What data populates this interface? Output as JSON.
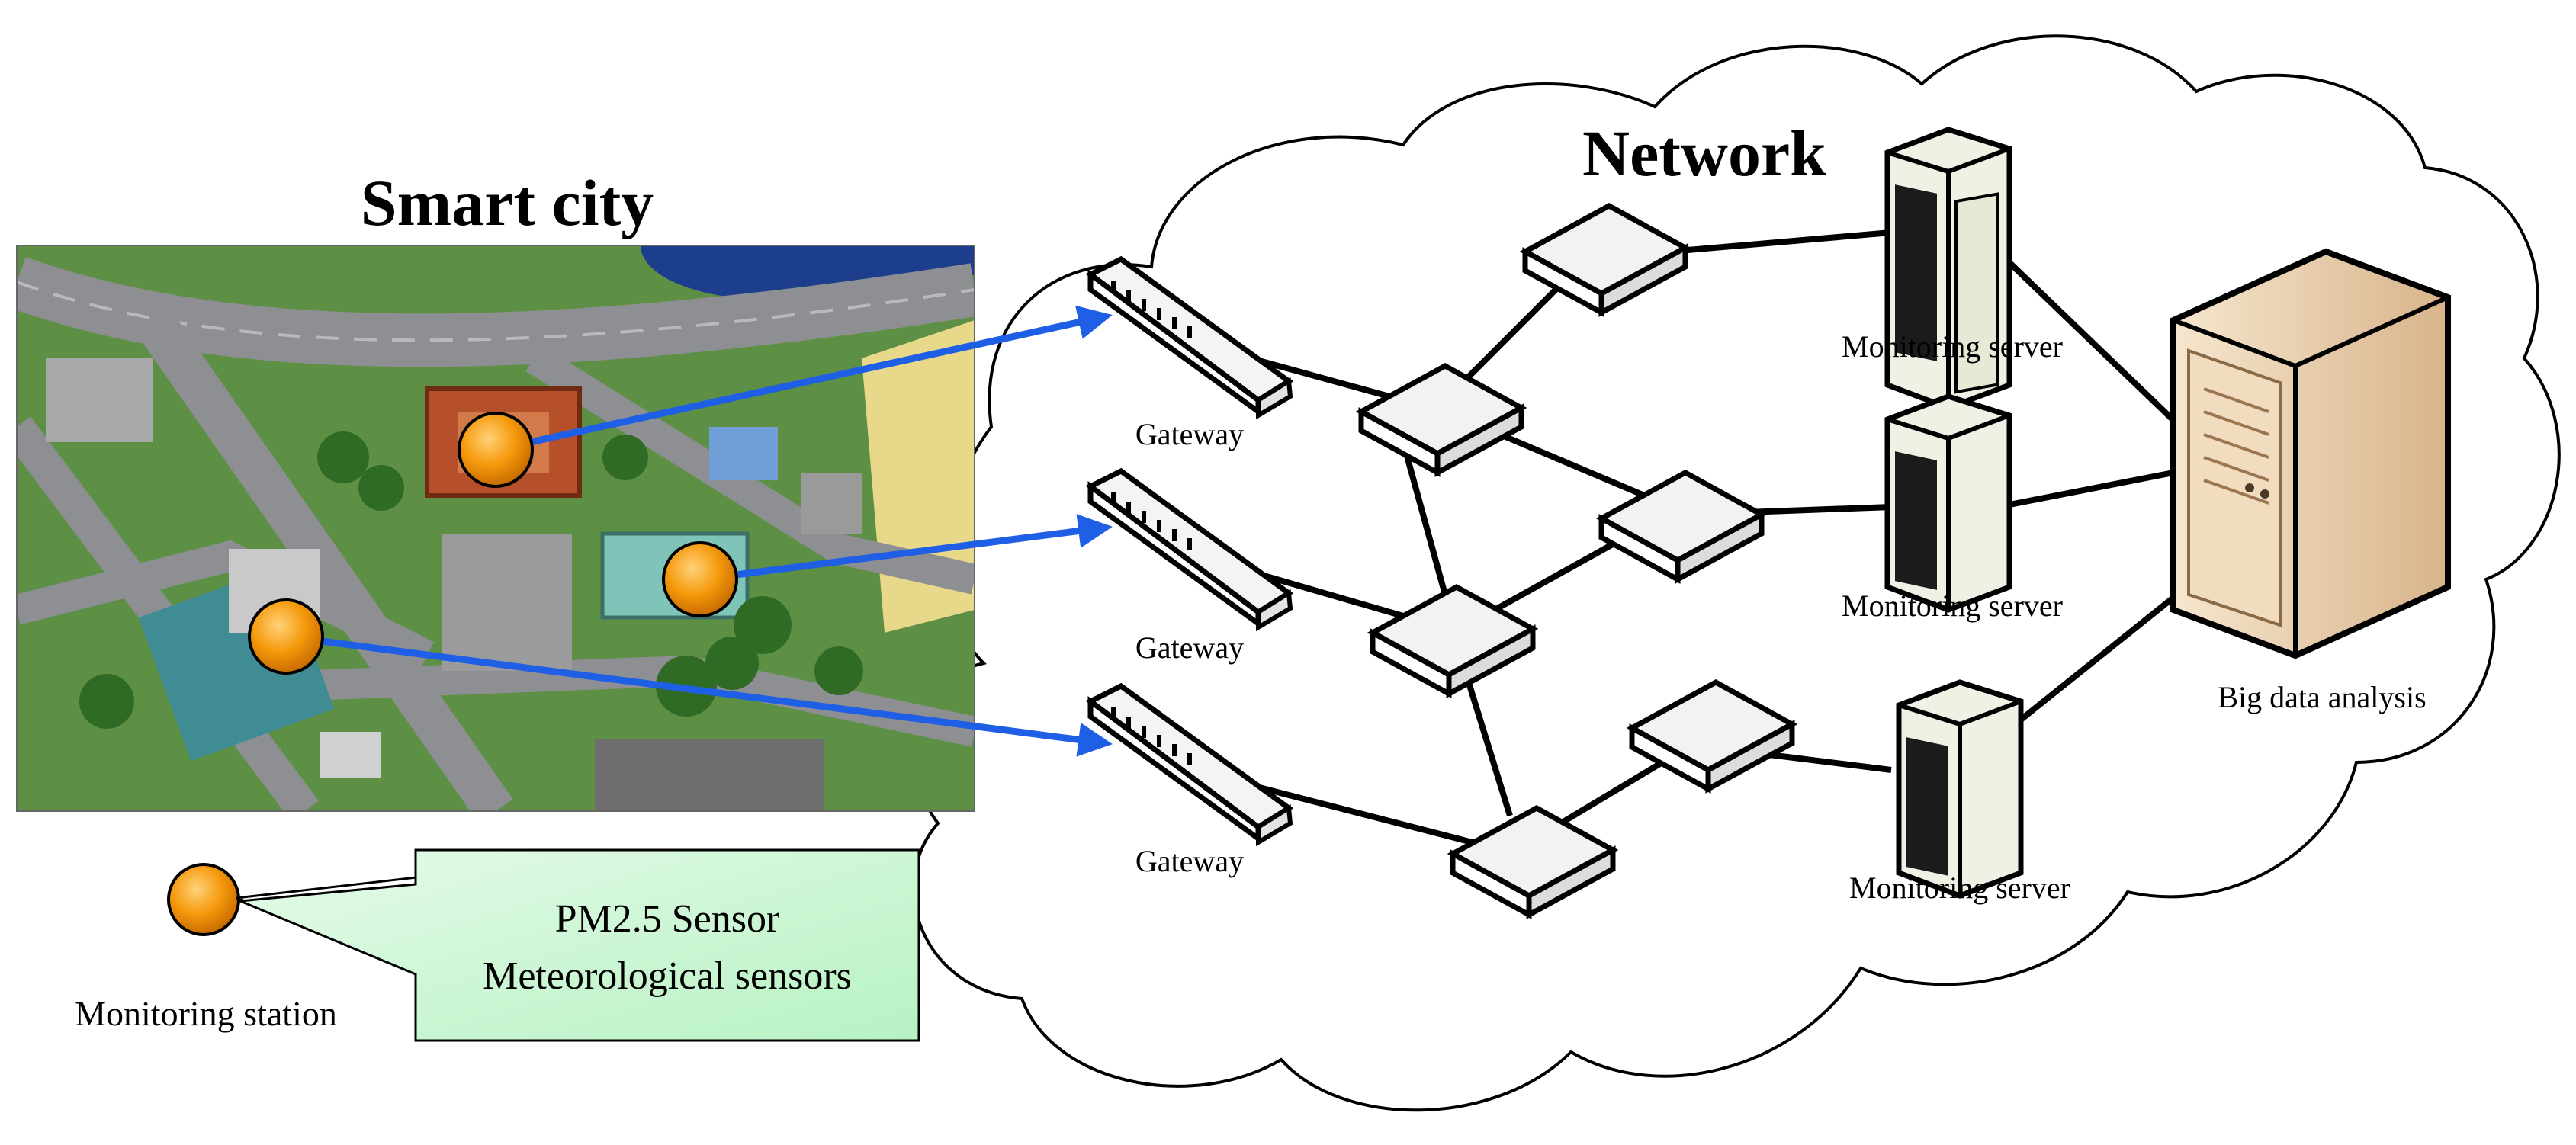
{
  "smart_city": {
    "title": "Smart city"
  },
  "network": {
    "title": "Network"
  },
  "gateways": [
    {
      "label": "Gateway"
    },
    {
      "label": "Gateway"
    },
    {
      "label": "Gateway"
    }
  ],
  "monitoring_servers": [
    {
      "label": "Monitoring server"
    },
    {
      "label": "Monitoring server"
    },
    {
      "label": "Monitoring server"
    }
  ],
  "big_data": {
    "label": "Big data analysis"
  },
  "legend": {
    "station_label": "Monitoring station",
    "callout_line1": "PM2.5 Sensor",
    "callout_line2": "Meteorological sensors"
  },
  "colors": {
    "arrow": "#1f5fe6",
    "station": "#f59a0c",
    "callout_fill": "#c9f7d3",
    "map_road": "#8d8f92",
    "map_green": "#4f8a3a"
  }
}
